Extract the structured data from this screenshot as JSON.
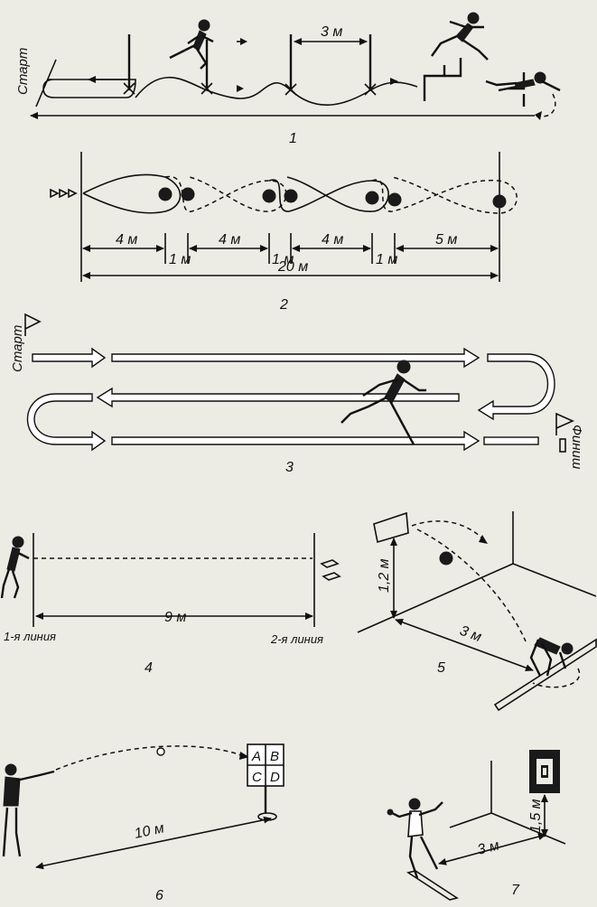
{
  "panel1": {
    "start_label": "Старт",
    "distance": "3 м",
    "number": "1"
  },
  "panel2": {
    "segments": [
      "4 м",
      "4 м",
      "4 м",
      "5 м"
    ],
    "gaps": [
      "1 м",
      "1 м",
      "1 м"
    ],
    "total": "20 м",
    "number": "2"
  },
  "panel3": {
    "start_label": "Старт",
    "finish_label": "Финиш",
    "number": "3"
  },
  "panel4": {
    "line1": "1-я линия",
    "line2": "2-я линия",
    "distance": "9 м",
    "number": "4"
  },
  "panel5": {
    "height": "1,2 м",
    "distance": "3 м",
    "number": "5"
  },
  "panel6": {
    "target_cells": [
      "A",
      "B",
      "C",
      "D"
    ],
    "distance": "10 м",
    "number": "6"
  },
  "panel7": {
    "height": "1,5 м",
    "distance": "3 м",
    "number": "7"
  }
}
